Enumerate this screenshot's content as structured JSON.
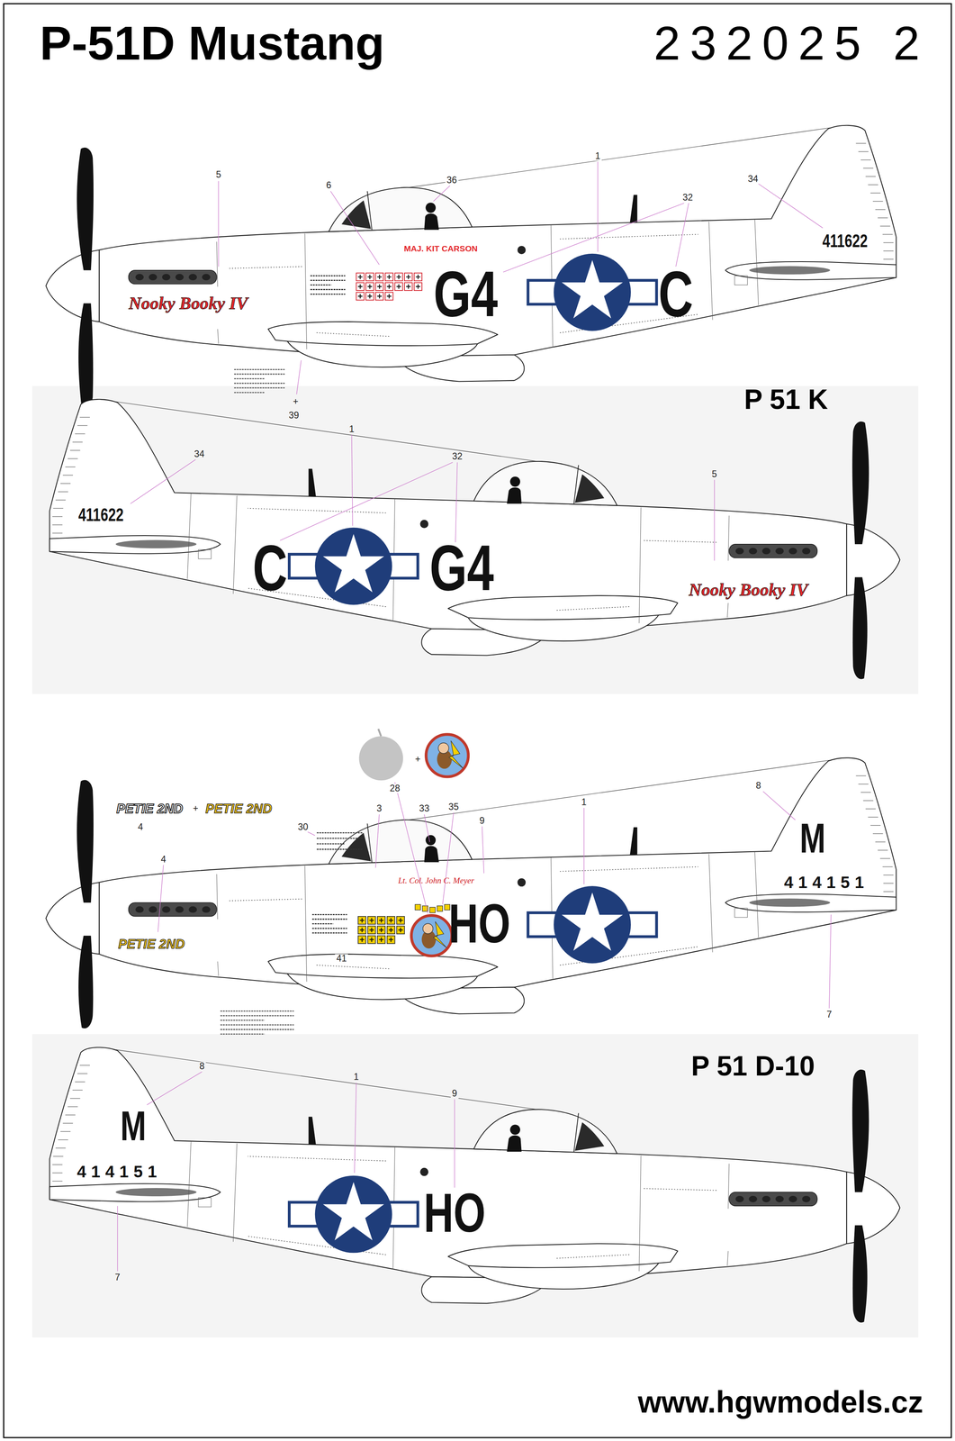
{
  "diagram": {
    "title": "P-51D Mustang",
    "labels": [
      "232025 2",
      "5",
      "6",
      "36",
      "1",
      "32",
      "34",
      "MAJ. KIT CARSON",
      "411622",
      "G4",
      "C",
      "Nooky Booky IV",
      "+",
      "39",
      "P 51 K",
      "1",
      "34",
      "32",
      "5",
      "411622",
      "C",
      "G4",
      "Nooky Booky IV",
      "+",
      "28",
      "PETIE 2ND",
      "+",
      "PETIE 2ND",
      "4",
      "4",
      "30",
      "3",
      "33",
      "35",
      "9",
      "1",
      "8",
      "M",
      "Lt. Col. John C. Meyer",
      "414151",
      "HO",
      "PETIE 2ND",
      "41",
      "7",
      "P 51 D-10",
      "8",
      "1",
      "9",
      "M",
      "414151",
      "HO",
      "7",
      "www.hgwmodels.cz"
    ]
  }
}
